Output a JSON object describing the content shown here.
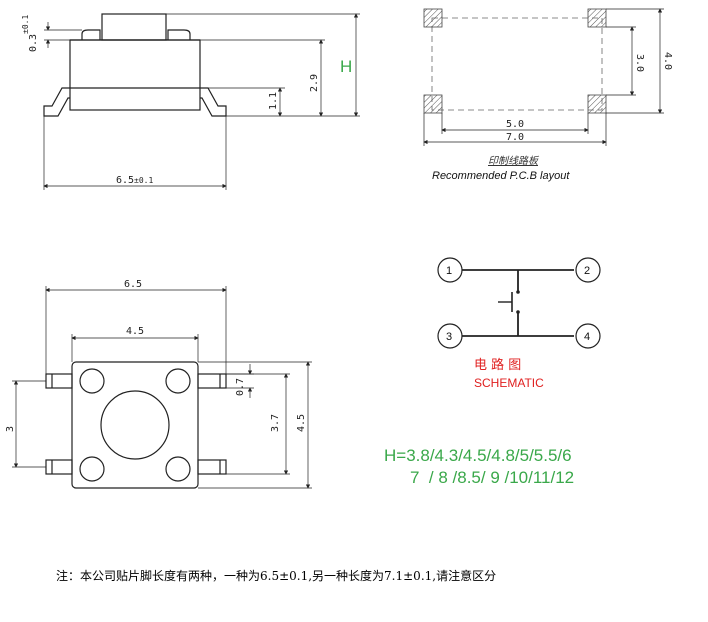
{
  "side_view": {
    "dim_pin_thickness": "0.3",
    "dim_pin_tol": "±0.1",
    "dim_height_label": "H",
    "dim_body_height": "2.9",
    "dim_standoff": "1.1",
    "dim_width": "6.5",
    "dim_width_tol": "±0.1"
  },
  "pcb_layout": {
    "dim_pad_spacing": "5.0",
    "dim_outer_width": "7.0",
    "dim_pad_pitch": "3.0",
    "dim_outer_height": "4.0",
    "title_cn": "印制线路板",
    "title_en": "Recommended P.C.B layout"
  },
  "top_view": {
    "dim_overall_width": "6.5",
    "dim_body_width": "4.5",
    "dim_pin_width": "0.7",
    "dim_pin_pitch": "3",
    "dim_inner": "3.7",
    "dim_body_height": "4.5"
  },
  "schematic": {
    "pins": [
      "1",
      "2",
      "3",
      "4"
    ],
    "title_cn": "电 路 图",
    "title_en": "SCHEMATIC"
  },
  "heights": {
    "line1": "H=3.8/4.3/4.5/4.8/5/5.5/6",
    "line2": "7  / 8 /8.5/ 9 /10/11/12"
  },
  "footnote": "注：本公司贴片脚长度有两种，一种为6.5±0.1,另一种长度为7.1±0.1,请注意区分",
  "colors": {
    "green": "#3aa84a",
    "red": "#e02020",
    "line": "#222222"
  }
}
